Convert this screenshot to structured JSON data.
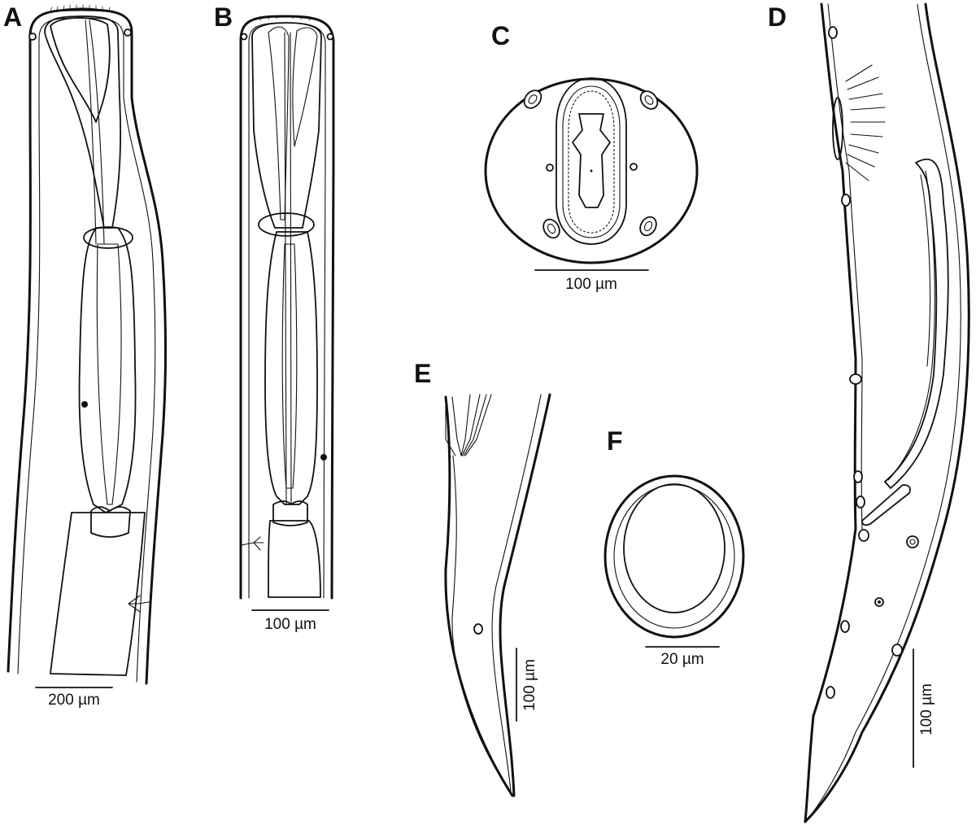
{
  "panels": {
    "a": {
      "label": "A",
      "scale_label": "200 µm"
    },
    "b": {
      "label": "B",
      "scale_label": "100 µm"
    },
    "c": {
      "label": "C",
      "scale_label": "100 µm"
    },
    "d": {
      "label": "D",
      "scale_label": "100 µm"
    },
    "e": {
      "label": "E",
      "scale_label": "100 µm"
    },
    "f": {
      "label": "F",
      "scale_label": "20 µm"
    }
  },
  "colors": {
    "ink": "#111111",
    "background": "#ffffff"
  }
}
